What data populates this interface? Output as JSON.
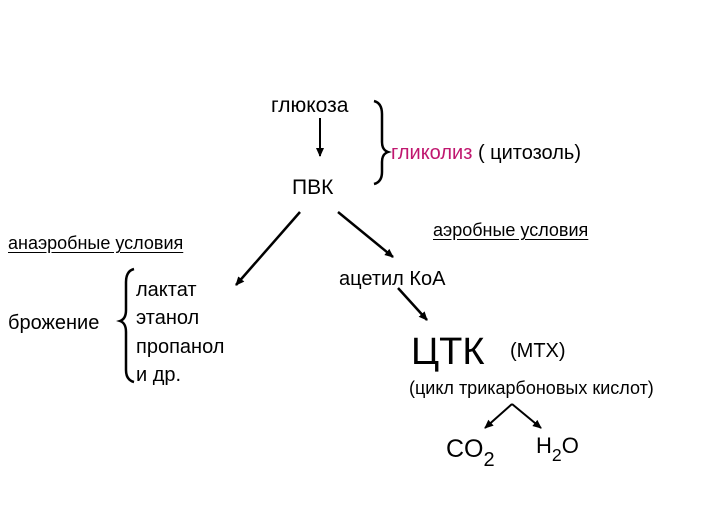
{
  "nodes": {
    "glucose": "глюкоза",
    "glycolysis": "гликолиз",
    "glycolysis_location": "( цитозоль)",
    "pvk": "ПВК",
    "anaerobic": "анаэробные условия",
    "aerobic": "аэробные условия",
    "fermentation": "брожение",
    "lactate": "лактат",
    "ethanol": "этанол",
    "propanol": "пропанол",
    "etc": "и др.",
    "acetyl_coa": "ацетил КоА",
    "tca": "ЦТК",
    "mtx": "(МТХ)",
    "tca_full": "(цикл трикарбоновых кислот)",
    "co2_base": "CO",
    "co2_sub": "2",
    "h2o_h": "H",
    "h2o_sub": "2",
    "h2o_o": "O"
  },
  "colors": {
    "text": "#000000",
    "accent": "#c0176f"
  }
}
